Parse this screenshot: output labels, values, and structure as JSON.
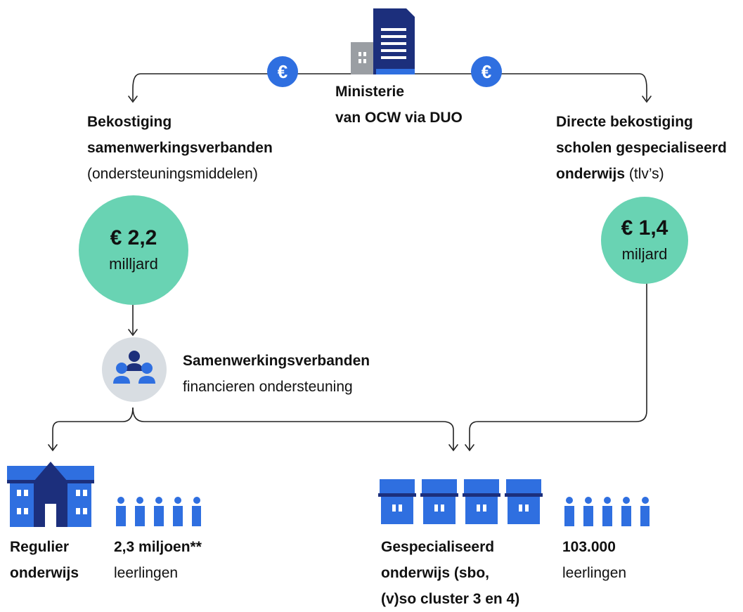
{
  "ministry": {
    "line1": "Ministerie",
    "line2": "van OCW via DUO"
  },
  "currency_symbol": "€",
  "left_branch": {
    "title_line1": "Bekostiging",
    "title_line2": "samenwerkingsverbanden",
    "subtitle": "(ondersteuningsmiddelen)",
    "amount": "€ 2,2",
    "unit": "milljard"
  },
  "right_branch": {
    "title_line1": "Directe bekostiging",
    "title_line2": "scholen gespecialiseerd",
    "title_line3_bold": "onderwijs",
    "title_line3_rest": " (tlv’s)",
    "amount": "€ 1,4",
    "unit": "miljard"
  },
  "partnership": {
    "title": "Samenwerkingsverbanden",
    "subtitle": "financieren ondersteuning"
  },
  "regular": {
    "label_line1": "Regulier",
    "label_line2": "onderwijs",
    "count": "2,3 miljoen**",
    "count_unit": "leerlingen"
  },
  "special": {
    "label_line1": "Gespecialiseerd",
    "label_line2": "onderwijs (sbo,",
    "label_line3": "(v)so cluster 3 en 4)",
    "count": "103.000",
    "count_unit": "leerlingen"
  },
  "colors": {
    "blue": "#2f6fe0",
    "navy": "#1c2f7c",
    "green": "#69d3b3",
    "gray": "#9a9ea3",
    "light_gray": "#d8dde2"
  }
}
